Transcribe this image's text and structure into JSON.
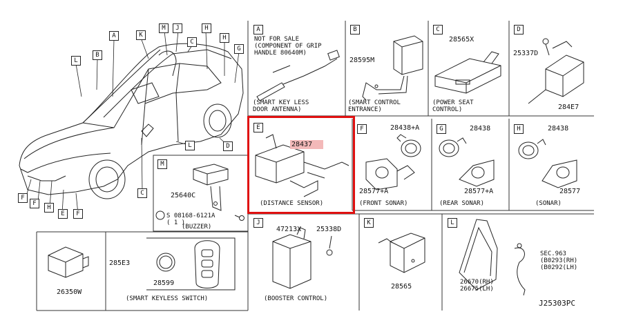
{
  "diagram_id": "J25303PC",
  "car_callouts": [
    "A",
    "B",
    "K",
    "M",
    "J",
    "C",
    "H",
    "H",
    "G",
    "L",
    "D",
    "C",
    "F",
    "H",
    "E",
    "F"
  ],
  "panels": {
    "A": {
      "letter": "A",
      "note": "NOT FOR SALE\n(COMPONENT OF GRIP\nHANDLE 80640M)",
      "caption": "(SMART KEY LESS\nDOOR ANTENNA)"
    },
    "B": {
      "letter": "B",
      "part": "28595M",
      "caption": "(SMART CONTROL\nENTRANCE)"
    },
    "C": {
      "letter": "C",
      "part": "28565X",
      "caption": "(POWER SEAT\nCONTROL)"
    },
    "D": {
      "letter": "D",
      "part1": "25337D",
      "part2": "284E7"
    },
    "E": {
      "letter": "E",
      "part": "28437",
      "caption": "(DISTANCE SENSOR)"
    },
    "F": {
      "letter": "F",
      "part1": "28438+A",
      "part2": "28577+A",
      "caption": "(FRONT SONAR)"
    },
    "G": {
      "letter": "G",
      "part1": "28438",
      "part2": "28577+A",
      "caption": "(REAR SONAR)"
    },
    "H": {
      "letter": "H",
      "part1": "28438",
      "part2": "28577",
      "caption": "(SONAR)"
    },
    "M": {
      "letter": "M",
      "part1": "25640C",
      "part2": "S 08168-6121A\n( 1 )",
      "caption": "(BUZZER)"
    },
    "J": {
      "letter": "J",
      "part1": "47213X",
      "part2": "25338D",
      "caption": "(BOOSTER CONTROL)"
    },
    "K": {
      "letter": "K",
      "part": "28565"
    },
    "L": {
      "letter": "L",
      "sec": "SEC.963\n(B0293(RH)\n(B0292(LH)",
      "part": "26670(RH)\n26675(LH)"
    },
    "fob": {
      "part": "26350W"
    },
    "switch": {
      "part1": "285E3",
      "part2": "28599",
      "caption": "(SMART KEYLESS SWITCH)"
    }
  }
}
